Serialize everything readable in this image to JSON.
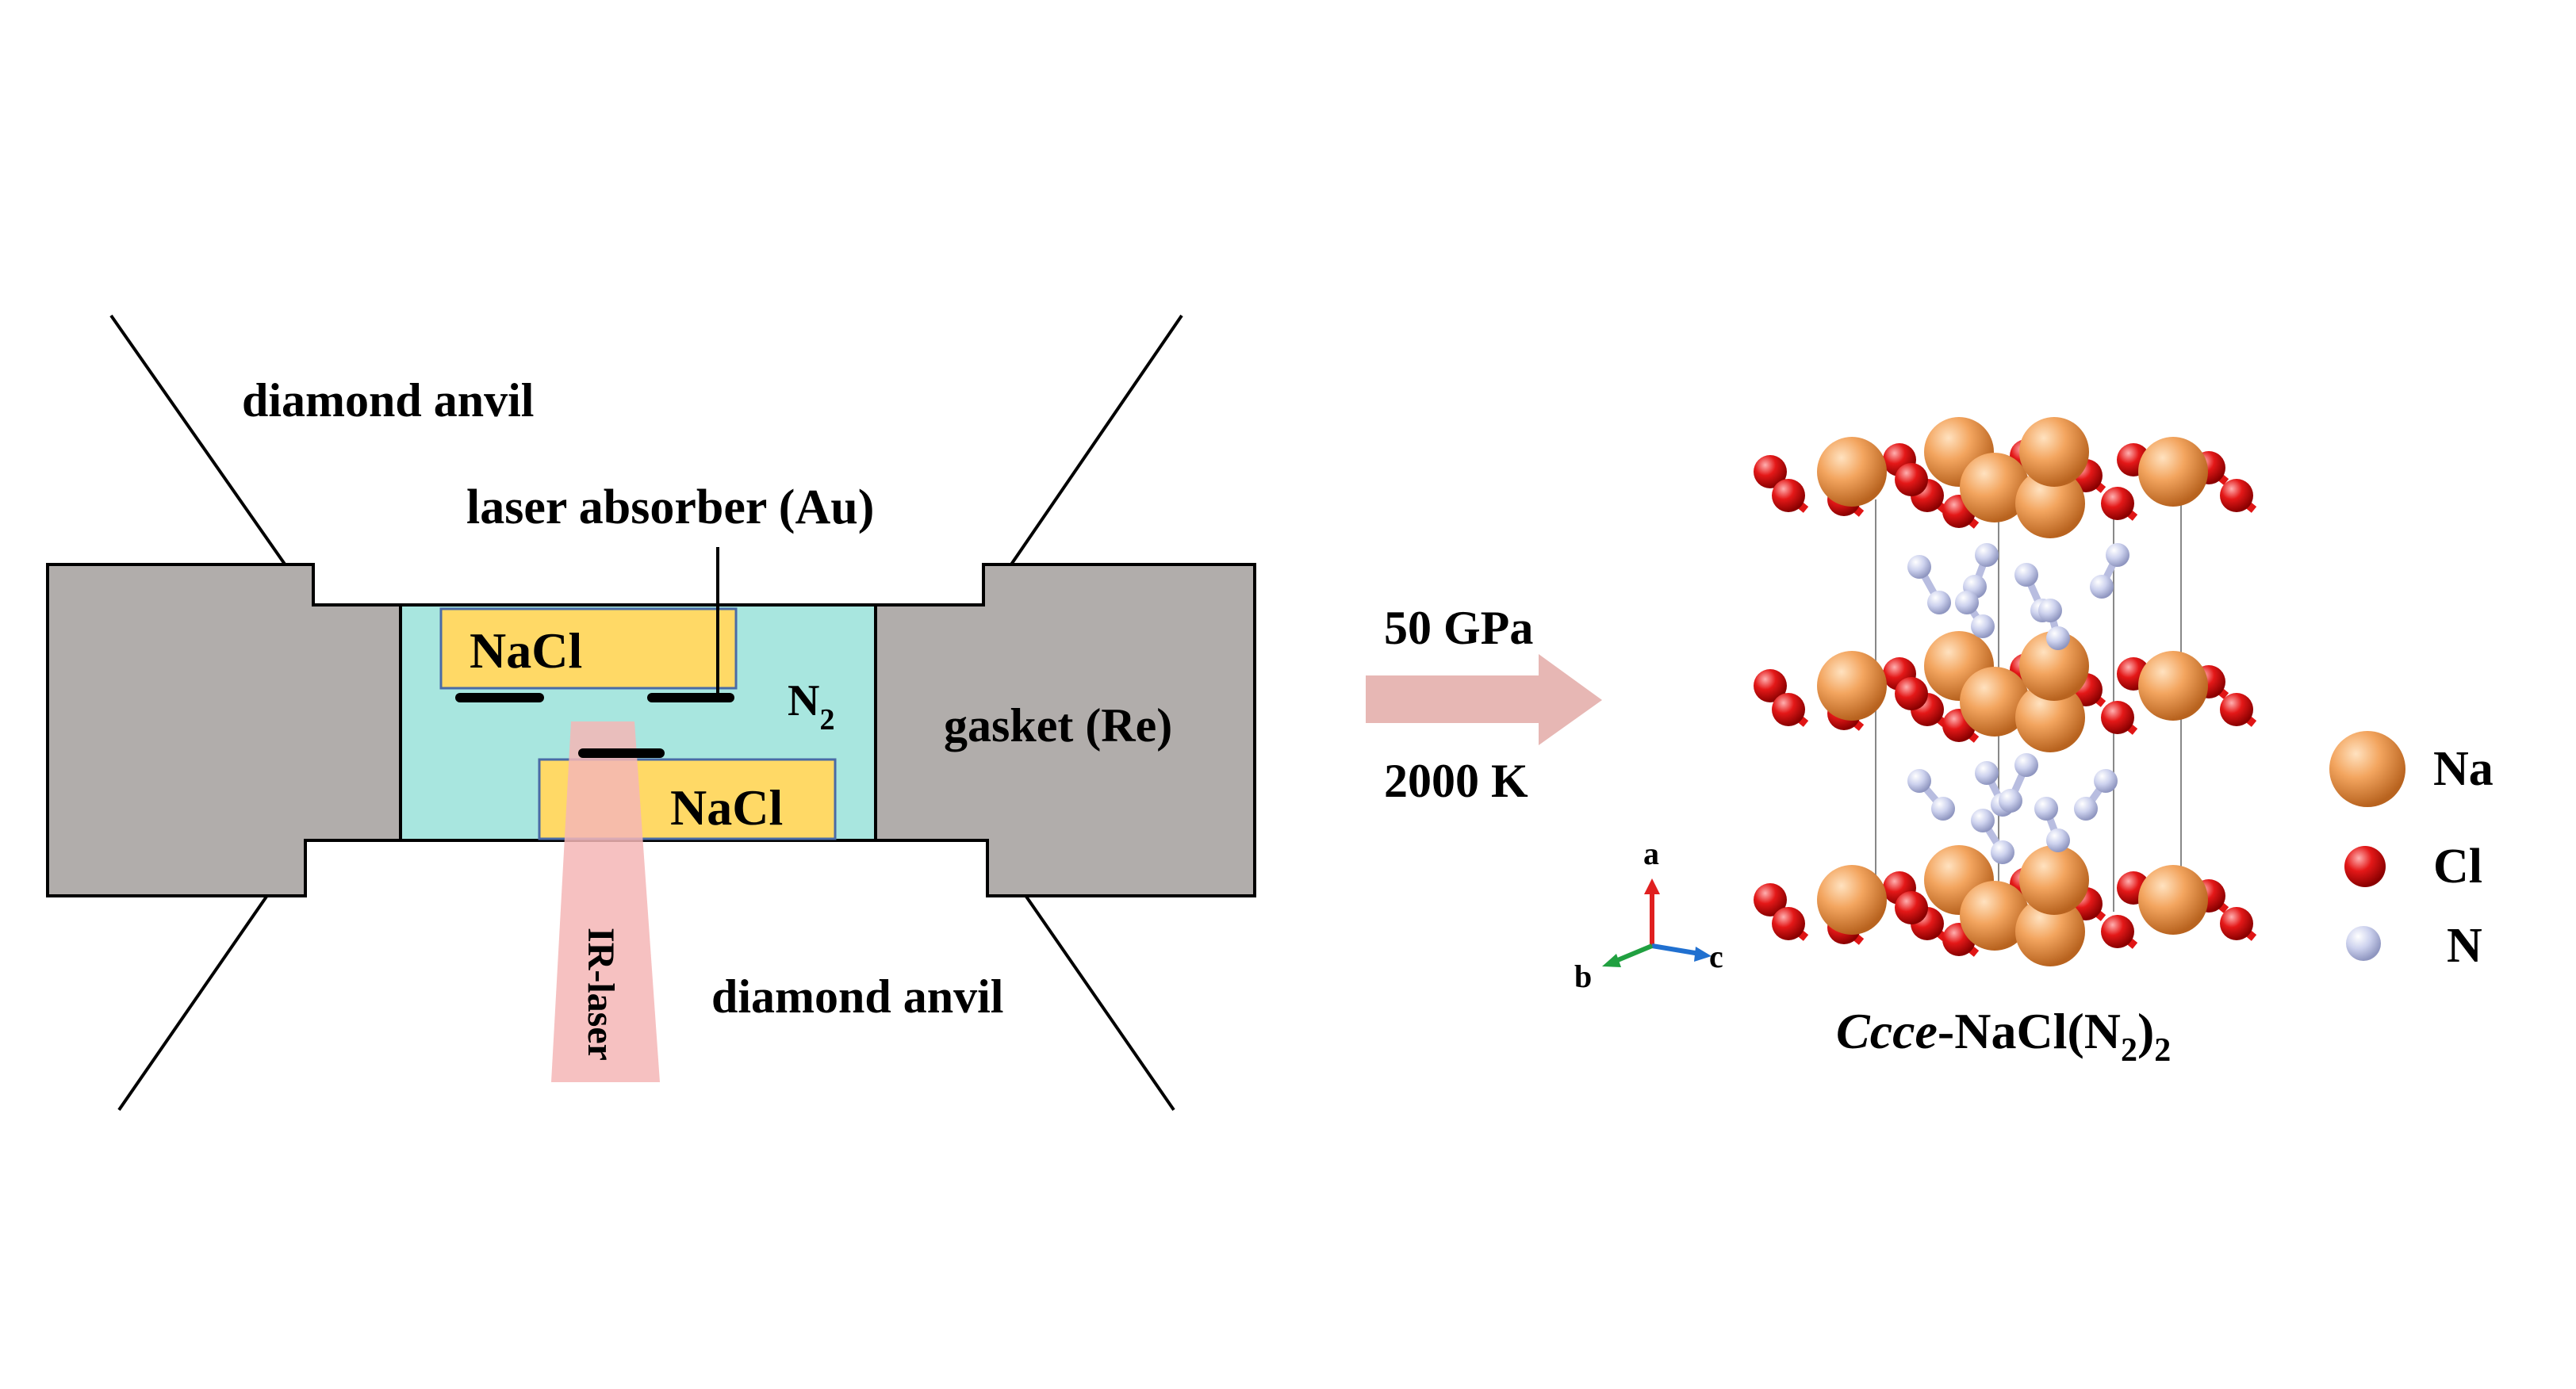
{
  "cell": {
    "labels": {
      "diamond_anvil_top": "diamond anvil",
      "diamond_anvil_bottom": "diamond anvil",
      "laser_absorber": "laser absorber (Au)",
      "nacl_top": "NaCl",
      "nacl_bottom": "NaCl",
      "n2_main": "N",
      "n2_sub": "2",
      "gasket": "gasket (Re)",
      "ir_laser": "IR-laser"
    },
    "colors": {
      "gasket": "#b1adab",
      "chamber": "#a8e6df",
      "nacl": "#ffd966",
      "nacl_border": "#4a6ba6",
      "laser_beam": "#f4b6b6",
      "absorber": "#000000"
    }
  },
  "conditions": {
    "pressure": "50 GPa",
    "temperature": "2000 K",
    "arrow_color": "#e7b7b4"
  },
  "structure": {
    "formula": {
      "italic": "Ccce",
      "rest": "-NaCl(N",
      "sub1": "2",
      "close": ")",
      "sub2": "2"
    },
    "axes": {
      "a": "a",
      "b": "b",
      "c": "c"
    },
    "axis_colors": {
      "a": "#e02020",
      "b": "#20a040",
      "c": "#2070d0"
    },
    "legend": [
      {
        "label": "Na",
        "color": "#f0a05a"
      },
      {
        "label": "Cl",
        "color": "#e01515"
      },
      {
        "label": "N",
        "color": "#c8cde8"
      }
    ]
  }
}
